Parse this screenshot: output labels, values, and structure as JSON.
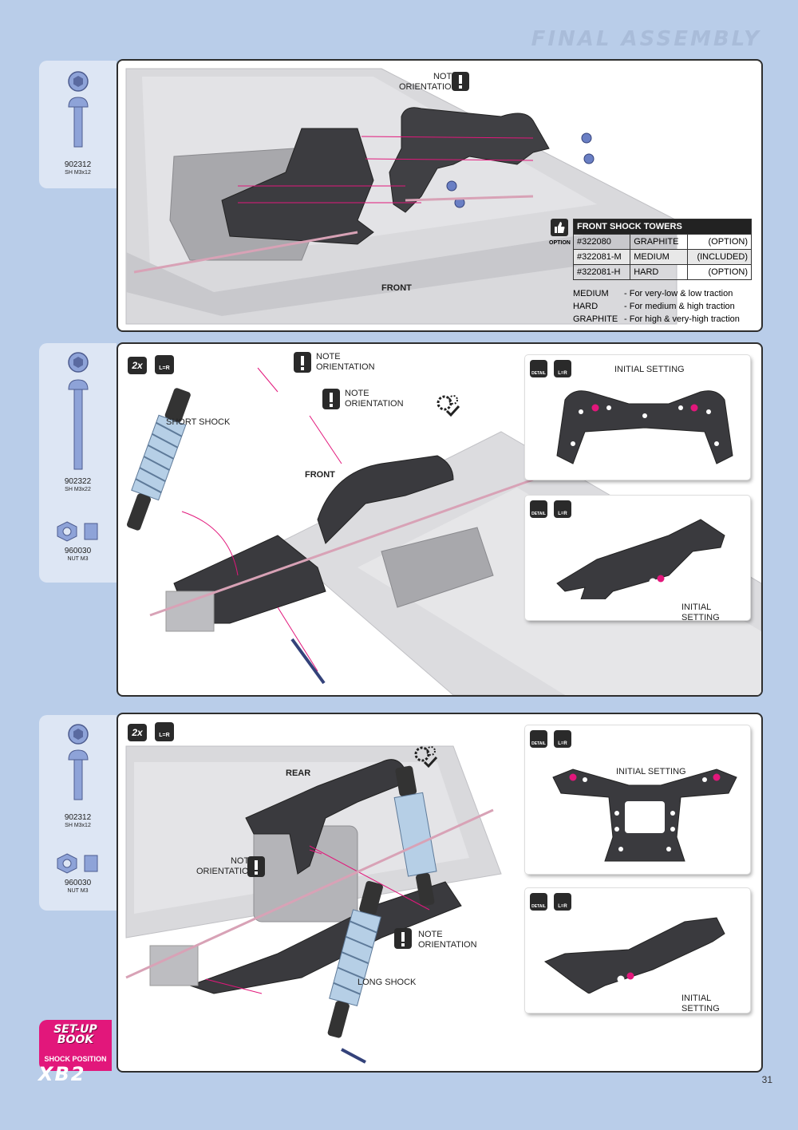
{
  "page": {
    "title": "FINAL ASSEMBLY",
    "brand": "XB2",
    "number": "31"
  },
  "colors": {
    "accent": "#e2177b",
    "sidebar": "#dde6f4",
    "background": "#b9cde9"
  },
  "step1": {
    "parts": [
      {
        "code": "902312",
        "desc": "SH M3x12"
      }
    ],
    "note": [
      "NOTE",
      "ORIENTATION"
    ],
    "front_label": "FRONT",
    "option_label": "OPTION",
    "table": {
      "header": "FRONT SHOCK TOWERS",
      "rows": [
        {
          "code": "#322080",
          "name": "GRAPHITE",
          "status": "(OPTION)"
        },
        {
          "code": "#322081-M",
          "name": "MEDIUM",
          "status": "(INCLUDED)"
        },
        {
          "code": "#322081-H",
          "name": "HARD",
          "status": "(OPTION)"
        }
      ],
      "legend": [
        {
          "name": "MEDIUM",
          "desc": "- For very-low & low traction"
        },
        {
          "name": "HARD",
          "desc": "- For medium & high traction"
        },
        {
          "name": "GRAPHITE",
          "desc": "- For high & very-high traction"
        }
      ]
    }
  },
  "step2": {
    "parts": [
      {
        "code": "902322",
        "desc": "SH M3x22"
      },
      {
        "code": "960030",
        "desc": "NUT M3"
      }
    ],
    "qty": "2x",
    "lr": "L=R",
    "note_a": [
      "NOTE",
      "ORIENTATION"
    ],
    "note_b": [
      "NOTE",
      "ORIENTATION"
    ],
    "shock_label": "SHORT SHOCK",
    "front_label": "FRONT",
    "detail_label": "DETAIL",
    "initial_top": "INITIAL SETTING",
    "initial_bottom": "INITIAL SETTING"
  },
  "step3": {
    "parts": [
      {
        "code": "902312",
        "desc": "SH M3x12"
      },
      {
        "code": "960030",
        "desc": "NUT M3"
      }
    ],
    "qty": "2x",
    "lr": "L=R",
    "note_a": [
      "NOTE",
      "ORIENTATION"
    ],
    "note_b": [
      "NOTE",
      "ORIENTATION"
    ],
    "shock_label": "LONG SHOCK",
    "rear_label": "REAR",
    "detail_label": "DETAIL",
    "initial_top": "INITIAL SETTING",
    "initial_bottom": "INITIAL SETTING"
  },
  "setup_book": {
    "title_line1": "SET-UP",
    "title_line2": "BOOK",
    "subtitle": "SHOCK POSITION"
  }
}
